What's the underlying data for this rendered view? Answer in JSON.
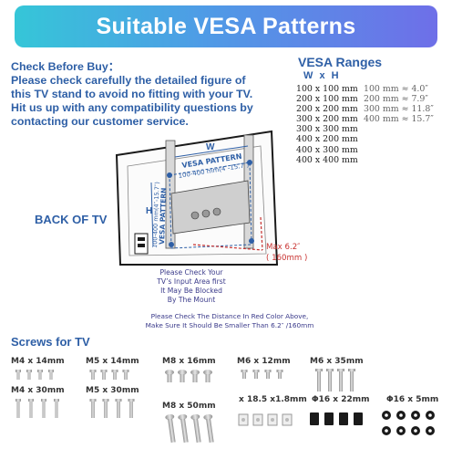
{
  "banner": {
    "title": "Suitable VESA Patterns"
  },
  "check": {
    "heading": "Check Before Buy：",
    "lines": [
      "Please check carefully the detailed figure of",
      "this TV stand to avoid no fitting with your TV.",
      "Hit us up with any compatibility questions by",
      "contacting our customer service."
    ]
  },
  "vesa": {
    "title": "VESA Ranges",
    "wh": "W x H",
    "rows": [
      {
        "size": "100 x 100 mm",
        "conv": "100 mm ≈  4.0″"
      },
      {
        "size": "200 x 100 mm",
        "conv": "200 mm ≈  7.9″"
      },
      {
        "size": "200 x 200 mm",
        "conv": "300 mm ≈ 11.8″"
      },
      {
        "size": "300 x 200 mm",
        "conv": "400 mm ≈ 15.7″"
      },
      {
        "size": "300 x 300 mm",
        "conv": ""
      },
      {
        "size": "400 x 200 mm",
        "conv": ""
      },
      {
        "size": "400 x 300 mm",
        "conv": ""
      },
      {
        "size": "400 x 400 mm",
        "conv": ""
      }
    ]
  },
  "diagram": {
    "back_label": "BACK OF TV",
    "w_letter": "W",
    "h_letter": "H",
    "vesa_h_line1": "VESA PATTERN",
    "vesa_h_line2": "100-400 mm(4″-15.7″)",
    "vesa_v_line1": "VESA PATTERN",
    "vesa_v_line2": "100-400 mm(4″-15.7″)",
    "max_line1": "Max  6.2″",
    "max_line2": "( 160mm )",
    "note1_lines": [
      "Please Check Your",
      "TV’s Input Area first",
      "It May Be Blocked",
      "By The Mount"
    ],
    "note2_lines": [
      "Please Check The Distance In Red Color Above,",
      "Make Sure It Should Be Smaller Than 6.2″ /160mm"
    ],
    "colors": {
      "vesa": "#2e5fa6",
      "red": "#c8312f",
      "tv": "#1a1a1a"
    }
  },
  "screws": {
    "title": "Screws for TV",
    "labels": {
      "m4x14": "M4 x 14mm",
      "m5x14": "M5 x 14mm",
      "m8x16": "M8 x 16mm",
      "m6x12": "M6 x 12mm",
      "m6x35": "M6 x 35mm",
      "m4x30": "M4 x 30mm",
      "m5x30": "M5 x 30mm",
      "m8x50": "M8 x 50mm",
      "washer_sq": "x 18.5 x1.8mm",
      "phi16x22": "Φ16 x 22mm",
      "phi16x5": "Φ16 x 5mm"
    }
  }
}
